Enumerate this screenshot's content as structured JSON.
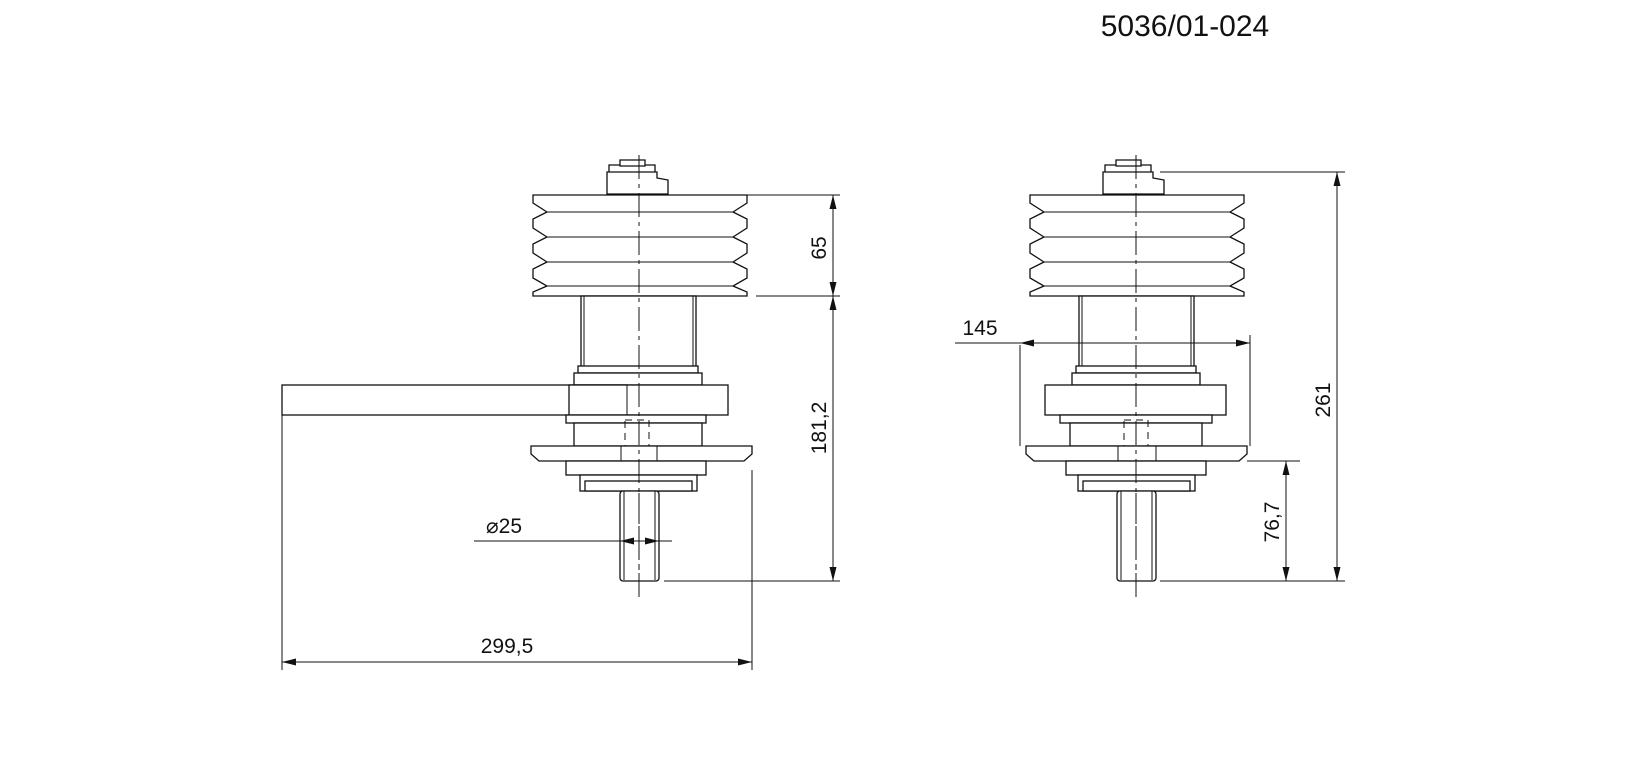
{
  "drawing_number": "5036/01-024",
  "dimensions": {
    "flange_height": "65",
    "body_height": "181,2",
    "mounting_width": "145",
    "overall_height": "261",
    "shaft_length": "76,7",
    "shaft_diameter_symbol": "⌀",
    "shaft_diameter": "25",
    "overall_width": "299,5"
  }
}
